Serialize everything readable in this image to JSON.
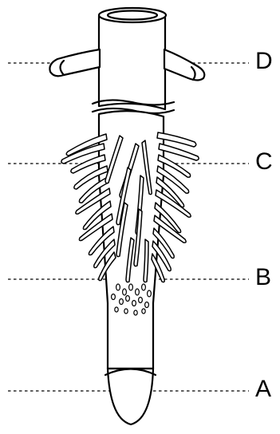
{
  "labels": [
    {
      "id": "D",
      "text": "D"
    },
    {
      "id": "C",
      "text": "C"
    },
    {
      "id": "B",
      "text": "B"
    },
    {
      "id": "A",
      "text": "A"
    }
  ]
}
